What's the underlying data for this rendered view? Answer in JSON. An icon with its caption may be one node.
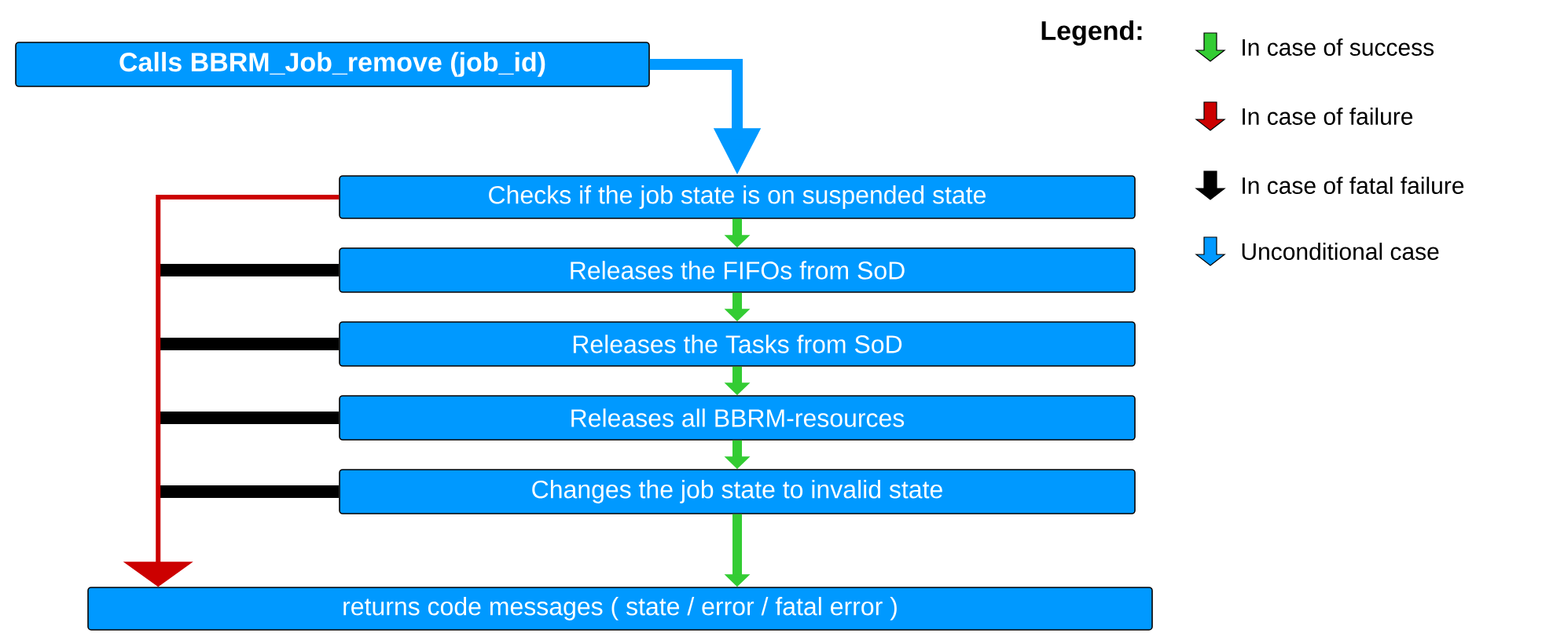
{
  "diagram": {
    "nodes": [
      {
        "text": [
          "Calls BBRM_Job_remove (job_id)"
        ]
      },
      {
        "text": [
          "Checks if the job state is on suspended state"
        ]
      },
      {
        "text": [
          "Releases the FIFOs from SoD"
        ]
      },
      {
        "text": [
          "Releases the Tasks from SoD"
        ]
      },
      {
        "text": [
          "Releases all BBRM-resources"
        ]
      },
      {
        "text": [
          "Changes the job state to invalid state"
        ]
      },
      {
        "text": [
          "returns code messages ( state / error / fatal error )"
        ]
      }
    ],
    "edges": [
      {
        "from": 0,
        "to": 1,
        "arrow": "to",
        "color": "#0099ff"
      },
      {
        "from": 1,
        "to": 2,
        "arrow": "to"
      },
      {
        "from": 2,
        "to": 3,
        "arrow": "to"
      },
      {
        "from": 3,
        "to": 4,
        "arrow": "to"
      },
      {
        "from": 4,
        "to": 5,
        "arrow": "to"
      },
      {
        "from": 5,
        "to": 6,
        "arrow": "to"
      },
      {
        "from": 1,
        "to": 6,
        "arrow": "to",
        "color": "#cc0000"
      },
      {
        "from": 2,
        "to": null,
        "arrow": "none",
        "color": "#000000"
      },
      {
        "from": 3,
        "to": null,
        "arrow": "none",
        "color": "#000000"
      },
      {
        "from": 4,
        "to": null,
        "arrow": "none",
        "color": "#000000"
      },
      {
        "from": 5,
        "to": null,
        "arrow": "none",
        "color": "#000000"
      }
    ],
    "labels": [
      "Legend:"
    ],
    "legend": [
      {
        "text": "In case of success",
        "color": "#33cc33"
      },
      {
        "text": "In case of failure",
        "color": "#cc0000"
      },
      {
        "text": "In case of fatal failure",
        "color": "#000000"
      },
      {
        "text": "Unconditional case",
        "color": "#0099ff"
      }
    ]
  }
}
